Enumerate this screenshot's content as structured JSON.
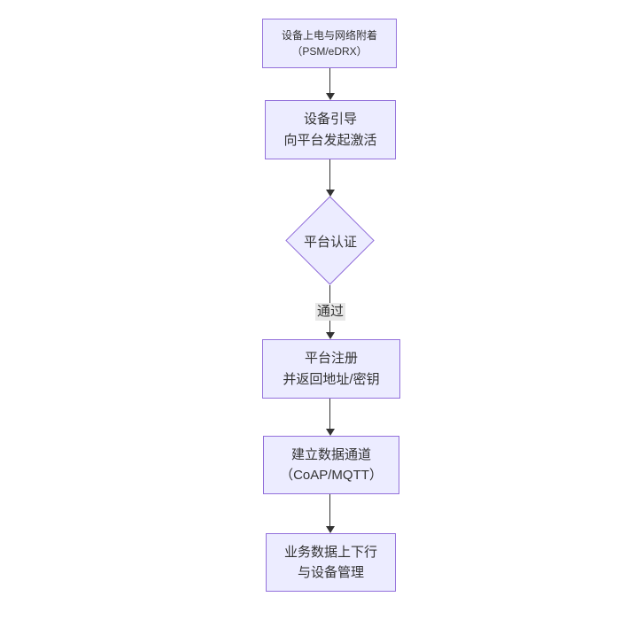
{
  "diagram": {
    "type": "flowchart",
    "direction": "top-down",
    "colors": {
      "background": "#ffffff",
      "node_fill": "#ECECFF",
      "node_border": "#9370DB",
      "arrow": "#333333",
      "text": "#333333",
      "edge_label_bg": "#e8e8e8"
    },
    "nodes": [
      {
        "id": "power-attach",
        "shape": "rect",
        "lines": [
          "设备上电与网络附着",
          "（PSM/eDRX）"
        ]
      },
      {
        "id": "bootstrap",
        "shape": "rect",
        "lines": [
          "设备引导",
          "向平台发起激活"
        ]
      },
      {
        "id": "platform-auth",
        "shape": "diamond",
        "lines": [
          "平台认证"
        ]
      },
      {
        "id": "platform-register",
        "shape": "rect",
        "lines": [
          "平台注册",
          "并返回地址/密钥"
        ]
      },
      {
        "id": "data-channel",
        "shape": "rect",
        "lines": [
          "建立数据通道",
          "（CoAP/MQTT）"
        ]
      },
      {
        "id": "business-data",
        "shape": "rect",
        "lines": [
          "业务数据上下行",
          "与设备管理"
        ]
      }
    ],
    "edges": [
      {
        "from": "power-attach",
        "to": "bootstrap",
        "label": ""
      },
      {
        "from": "bootstrap",
        "to": "platform-auth",
        "label": ""
      },
      {
        "from": "platform-auth",
        "to": "platform-register",
        "label": "通过"
      },
      {
        "from": "platform-register",
        "to": "data-channel",
        "label": ""
      },
      {
        "from": "data-channel",
        "to": "business-data",
        "label": ""
      }
    ]
  }
}
